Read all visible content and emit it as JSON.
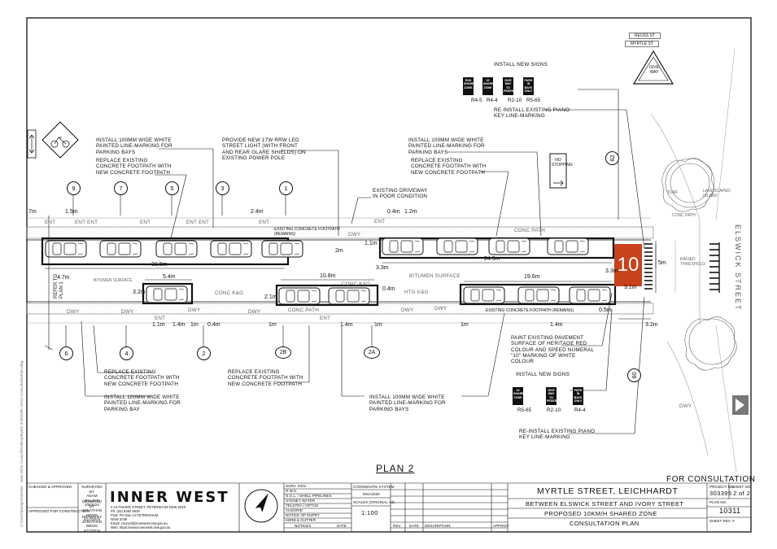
{
  "plan_title": "PLAN 2",
  "consultation": "FOR CONSULTATION",
  "street_label": "ELSWICK STREET",
  "speed_numeral": "10",
  "road_signs_top": {
    "instruction": "INSTALL NEW SIGNS",
    "labels": [
      "R4-5",
      "R4-4",
      "R2-10",
      "R5-65"
    ],
    "faces": [
      "END SHARED ZONE",
      "10 SHARED ZONE",
      "GIVE WAY TO PEDESTRIANS",
      "PARK IN BAYS ONLY"
    ]
  },
  "road_signs_bottom": {
    "instruction": "INSTALL NEW SIGNS",
    "labels": [
      "R5-65",
      "R2-10",
      "R4-4"
    ],
    "faces": [
      "10 SHARED ZONE",
      "GIVE WAY TO PEDESTRIANS",
      "PARK IN BAYS ONLY"
    ]
  },
  "street_name_signs": [
    "REUSS ST",
    "MYRTLE ST"
  ],
  "give_way": "GIVE WAY",
  "no_stopping": "NO STOPPING",
  "annotations": {
    "reinstall_top": "RE-INSTALL EXISTING PIANO\nKEY LINE-MARKING",
    "reinstall_bottom": "RE-INSTALL EXISTING PIANO\nKEY LINE-MARKING",
    "line_marking_left": "INSTALL 100mm WIDE WHITE\nPAINTED LINE-MARKING FOR\nPARKING BAYS",
    "footpath_left": "REPLACE EXISTING\nCONCRETE FOOTPATH WITH\nNEW CONCRETE FOOTPATH",
    "street_light": "PROVIDE NEW 17W RRW LED\nSTREET LIGHT (WITH FRONT\nAND REAR GLARE SHIELDS) ON\nEXISTING POWER POLE",
    "driveway": "EXISTING DRIVEWAY\nIN POOR CONDITION",
    "line_marking_right": "INSTALL 100mm WIDE WHITE\nPAINTED LINE-MARKING FOR\nPARKING BAYS",
    "footpath_right": "REPLACE EXISTING\nCONCRETE FOOTPATH WITH\nNEW CONCRETE FOOTPATH",
    "footpath_bottom_left": "REPLACE EXISTING\nCONCRETE FOOTPATH WITH\nNEW CONCRETE FOOTPATH",
    "line_marking_bottom_left": "INSTALL 100mm WIDE WHITE\nPAINTED LINE-MARKING FOR\nPARKING BAY",
    "footpath_bottom_mid": "REPLACE EXISTING\nCONCRETE FOOTPATH WITH\nNEW CONCRETE FOOTPATH",
    "line_marking_bottom_mid": "INSTALL 100mm WIDE WHITE\nPAINTED LINE-MARKING FOR\nPARKING BAYS",
    "paint_pavement": "PAINT EXISTING PAVEMENT\nSURFACE OF HERITAGE RED\nCOLOUR AND SPEED NUMERAL\n\"10\" MARKING OF WHITE\nCOLOUR",
    "refer_to": "REFER TO\nPLAN 1"
  },
  "map_labels": {
    "bitumen_1": "BITUMEN SURFACE",
    "bitumen_2": "BITUMEN SURFACE",
    "conc_path_top": "EXISTING CONCRETE FOOTPATH\n(REMAINS)",
    "conc_path_top2": "CONC PATH",
    "conc_kg_1": "CONC K&G",
    "conc_kg_2": "CONC K&G",
    "htg_kg": "HTG K&G",
    "conc_path_bottom": "CONC PATH",
    "conc_path_bottom2": "EXISTING CONCRETE FOOTPATH (REMAINS)",
    "raised_threshold": "RAISED\nTHRESHOLD",
    "ent": [
      "ENT",
      "ENT ENT",
      "ENT",
      "ENT ENT",
      "ENT",
      "ENT",
      "ENT",
      "ENT"
    ],
    "dwy": [
      "DWY",
      "DWY",
      "DWY",
      "DWY",
      "DWY",
      "DWY",
      "DWY",
      "DWY"
    ],
    "turf": "TURF",
    "conc_path_side": "CONC PATH",
    "landscaped_island": "LANDSCAPED\nISLAND"
  },
  "dimensions": [
    "1.5m",
    "2.4m",
    "0.4m",
    "1.2m",
    "31.6m",
    "24.9m",
    "10.8m",
    "2m",
    "1.1m",
    "4.7m",
    "5.4m",
    "19.6m",
    "3.3m",
    "5m",
    "3.1m",
    "2.1m",
    "3.2m",
    "0.4m",
    "1.1m",
    "1.4m",
    "1m",
    "0.4m",
    "1m",
    "1.4m",
    "1m",
    "1m",
    "1.4m",
    "0.5m",
    "3.2m",
    "3.3m",
    "7m"
  ],
  "bubbles_top": [
    "9",
    "7",
    "5",
    "3",
    "1"
  ],
  "bubbles_bottom": [
    "6",
    "4",
    "2",
    "2B",
    "2A"
  ],
  "bubbles_side": [
    "62",
    "60"
  ],
  "title_block": {
    "checked": "CHECKED & APPROVED",
    "approved_construction": "APPROVED FOR CONSTRUCTION",
    "surveyed_by": "SURVEYED BY\nADAM DILLION\n3/9/2024",
    "designed_by": "DESIGNED BY\nJONATHAN WENG\n4/12/2024",
    "drawn_by": "DRAWN BY\nJONATHAN WENG\n4/12/2024",
    "council": "INNER WEST",
    "council_address": "2-14 FISHER STREET, PETERSHAM NSW 2049\nPh: (02) 9392 5000\nPost: PO Box 14 PETERSHAM\nNSW 2049\nEmail: council@innerwest.nsw.gov.au\nWeb: https://www.innerwest.nsw.gov.au",
    "services": [
      "SURV. GEN.",
      "R.W.S.",
      "N.G.L. / SHELL PIPELINES",
      "SYDNEY WATER",
      "TELSTRA / OPTUS",
      "AUSGRID",
      "NOTICE OF ENTRY",
      "KERB & GUTTER",
      "NOTICES"
    ],
    "date_label": "DATE",
    "coord_system_label": "COORDINATE SYSTEM",
    "coord_system": "MGA2020",
    "scales_label": "SCALES (ORIGINAL A3)",
    "scale": "1:100",
    "rev_headers": [
      "REV",
      "DATE",
      "DESCRIPTION",
      "APPROV"
    ],
    "project_title": "MYRTLE STREET, LEICHHARDT",
    "subtitle_1": "BETWEEN ELSWICK STREET AND IVORY STREET",
    "subtitle_2": "PROPOSED 10KM/H SHARED ZONE",
    "subtitle_3": "CONSULTATION PLAN",
    "project_no_label": "PROJECT NO.",
    "project_no": "303395",
    "sheet_no_label": "SHEET NO.",
    "sheet_no": "2 of 2",
    "plan_no_label": "PLAN NO.",
    "plan_no": "10311",
    "sheet_rev_label": "SHEET REV. #",
    "file_path": "C:\\Users\\jweng\\OneDrive - Inner West Council\\Desktop\\Myrtle St\\303395-10311-ConsultationPlan.dwg"
  }
}
